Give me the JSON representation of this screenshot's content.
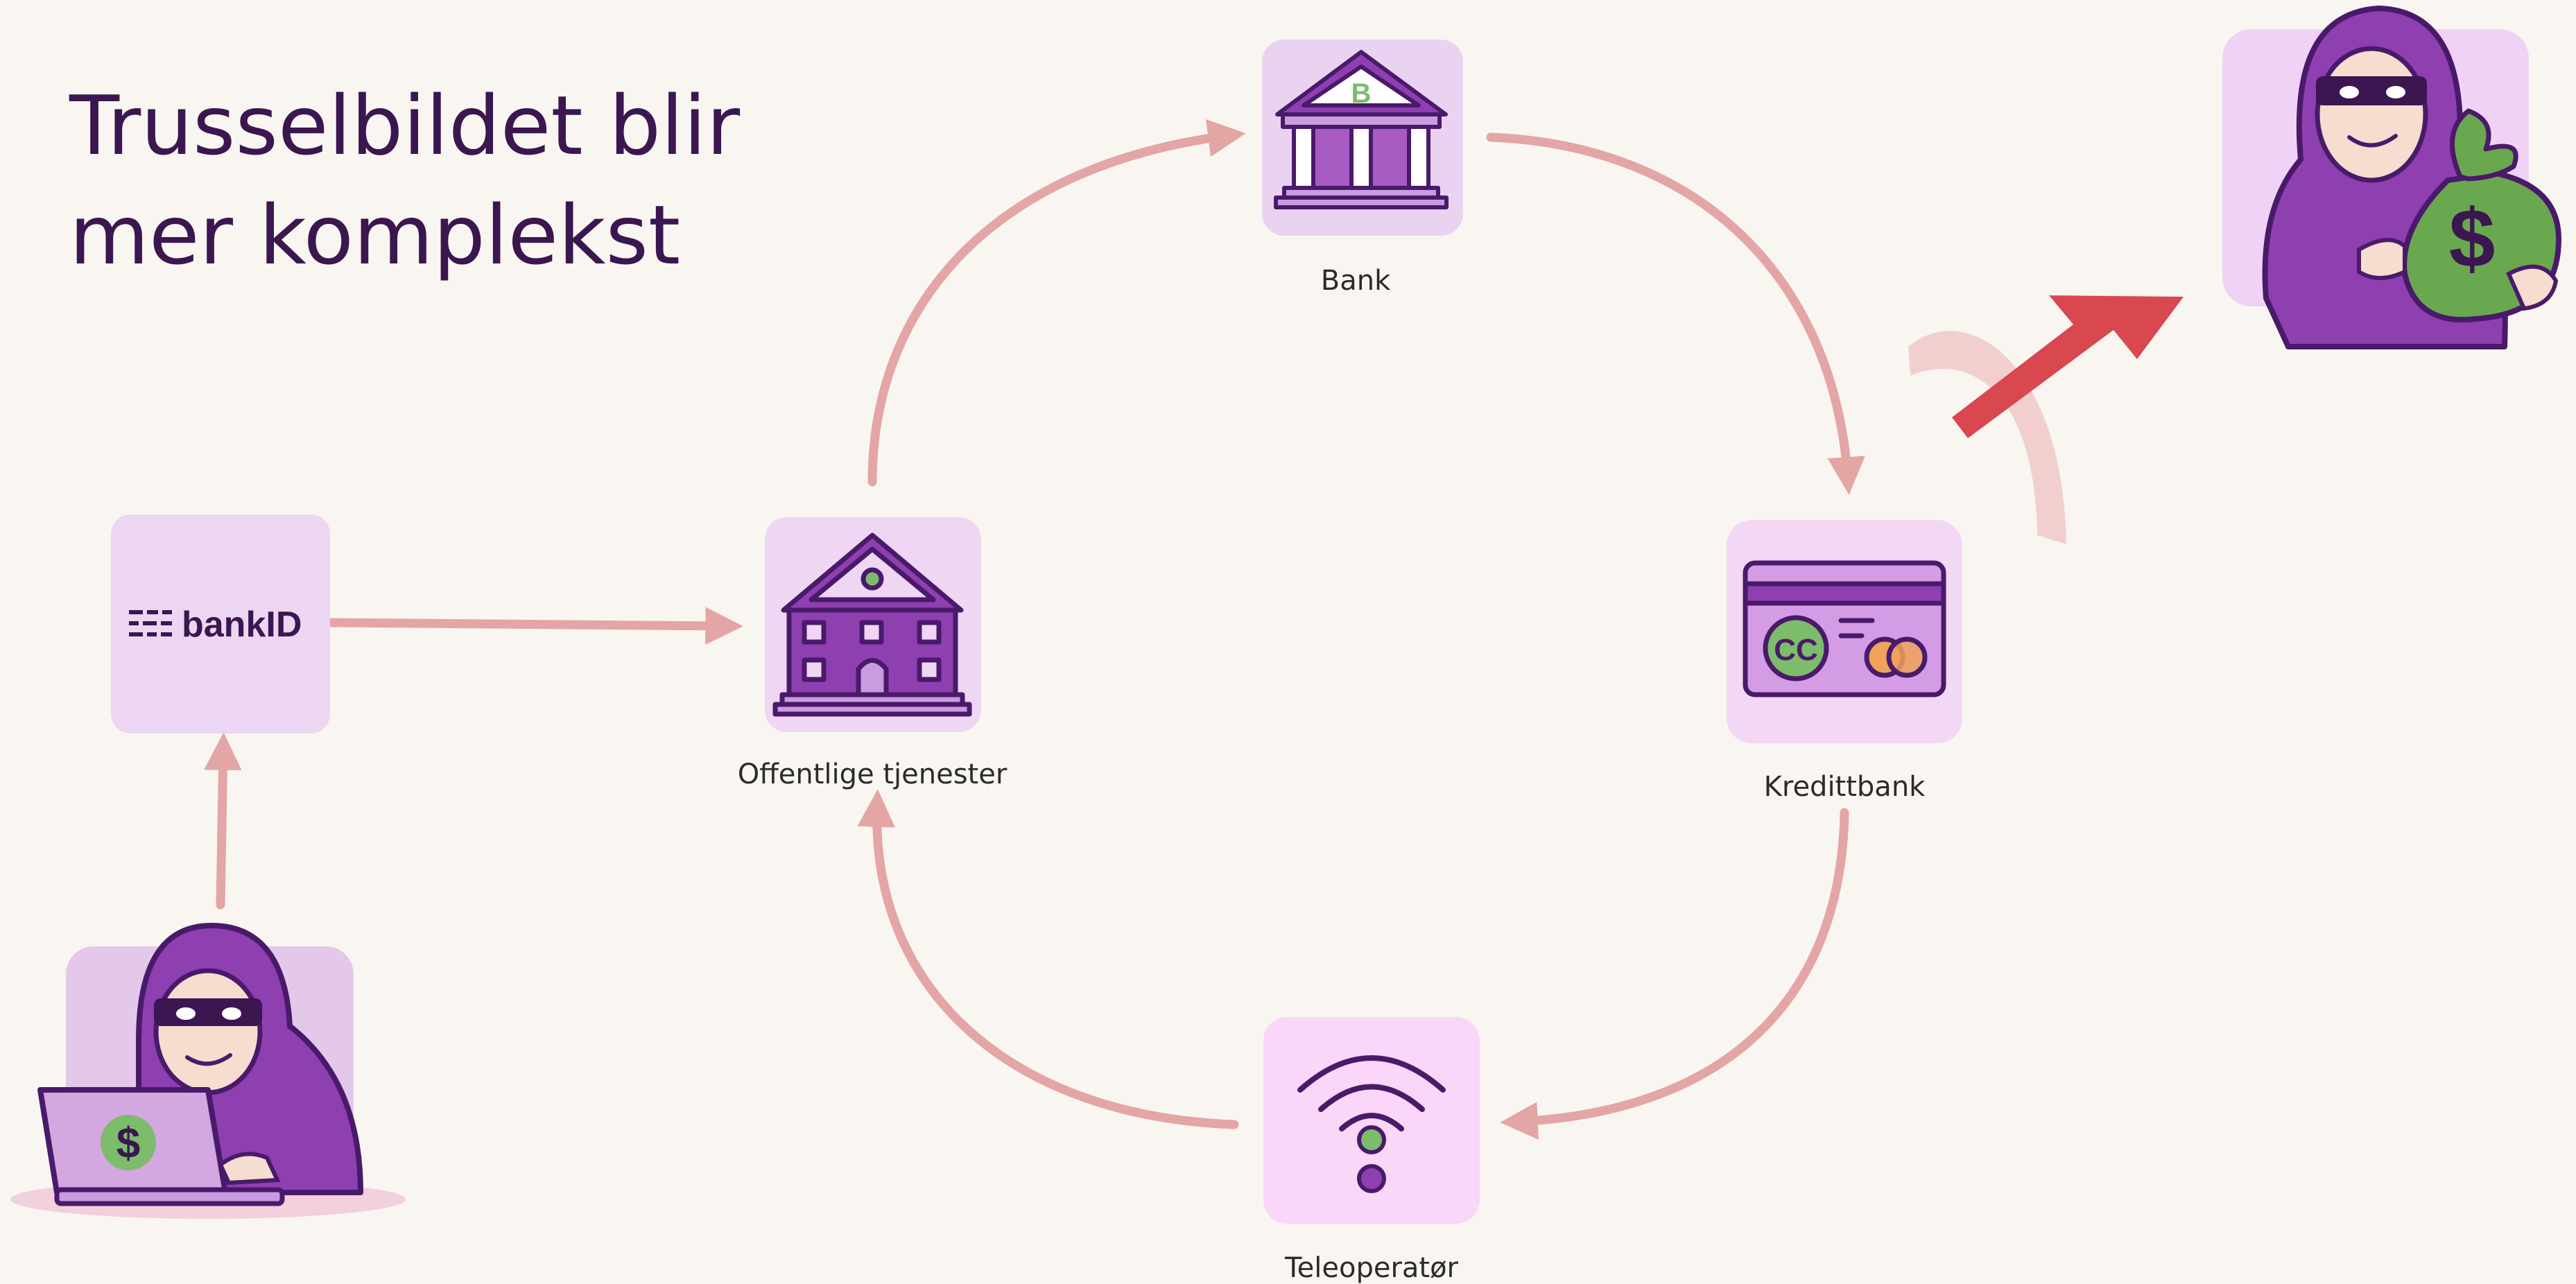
{
  "title": {
    "line1": "Trusselbildet blir",
    "line2": "mer komplekst"
  },
  "nodes": {
    "bankid": {
      "logo_text": "bankID"
    },
    "public_services": {
      "label": "Offentlige tjenester"
    },
    "bank": {
      "label": "Bank",
      "emblem": "B"
    },
    "credit_bank": {
      "label": "Kredittbank",
      "card_text": "CC"
    },
    "telecom": {
      "label": "Teleoperatør"
    }
  },
  "hacker_laptop": {
    "symbol": "$"
  },
  "thief_moneybag": {
    "symbol": "$"
  },
  "colors": {
    "background": "#f9f6f2",
    "flow_arrow": "#e4a5a5",
    "escape_arrow": "#d9474f",
    "purple_dark": "#4a1a6a",
    "purple_mid": "#8e3fb0",
    "purple_light": "#c99be0",
    "tile": "#efd6f3",
    "green": "#7cbc6b"
  }
}
